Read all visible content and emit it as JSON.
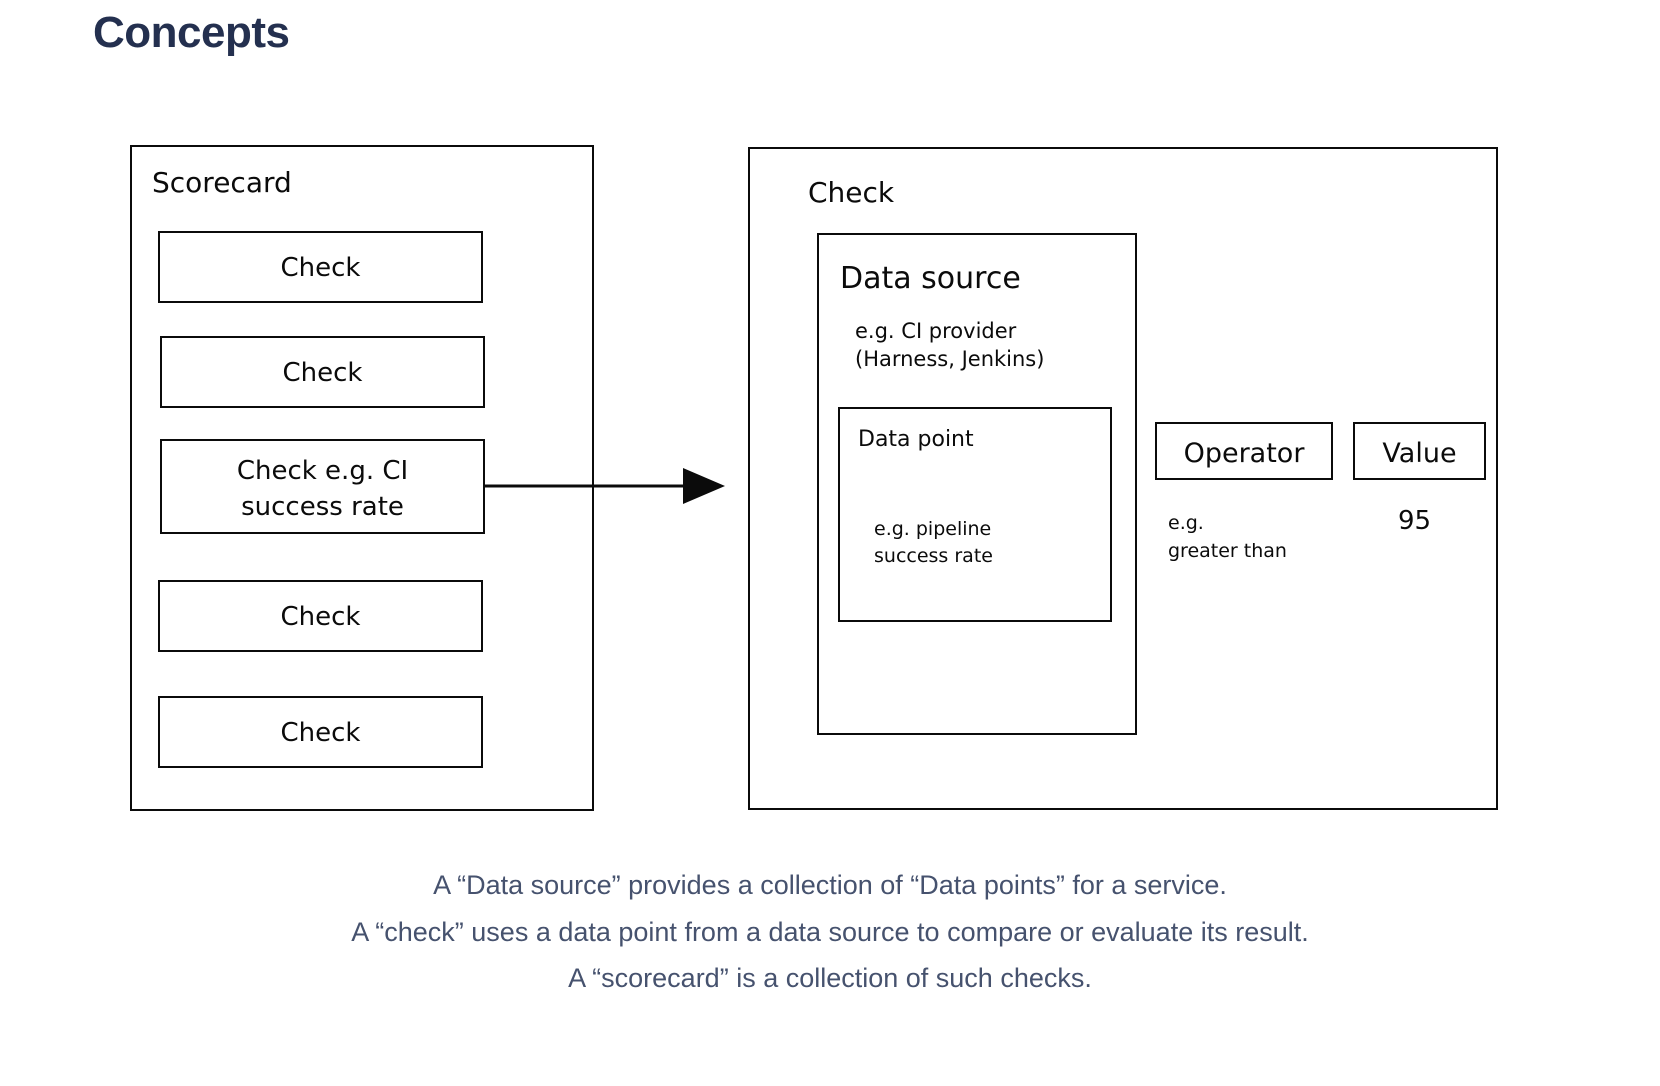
{
  "page": {
    "title": "Concepts",
    "title_color": "#24304f",
    "caption_color": "#46526e",
    "stroke_color": "#0b0b0b",
    "background": "#ffffff"
  },
  "scorecard": {
    "label": "Scorecard",
    "checks": [
      {
        "label": "Check"
      },
      {
        "label": "Check"
      },
      {
        "label": "Check e.g. CI\nsuccess rate"
      },
      {
        "label": "Check"
      },
      {
        "label": "Check"
      }
    ]
  },
  "connector": {
    "icon": "arrow-right-icon",
    "from": "scorecard-check-3",
    "to": "check-detail-panel"
  },
  "check_detail": {
    "label": "Check",
    "data_source": {
      "label": "Data source",
      "example": "e.g. CI provider\n(Harness, Jenkins)",
      "data_point": {
        "label": "Data point",
        "example": "e.g. pipeline\nsuccess rate"
      }
    },
    "operator": {
      "label": "Operator",
      "example": "e.g.\ngreater than"
    },
    "value": {
      "label": "Value",
      "example": "95"
    }
  },
  "caption": {
    "lines": [
      "A “Data source” provides a collection of “Data points” for a service.",
      "A “check” uses a data point from a data source to compare or evaluate its result.",
      "A “scorecard” is a collection of such checks."
    ]
  }
}
